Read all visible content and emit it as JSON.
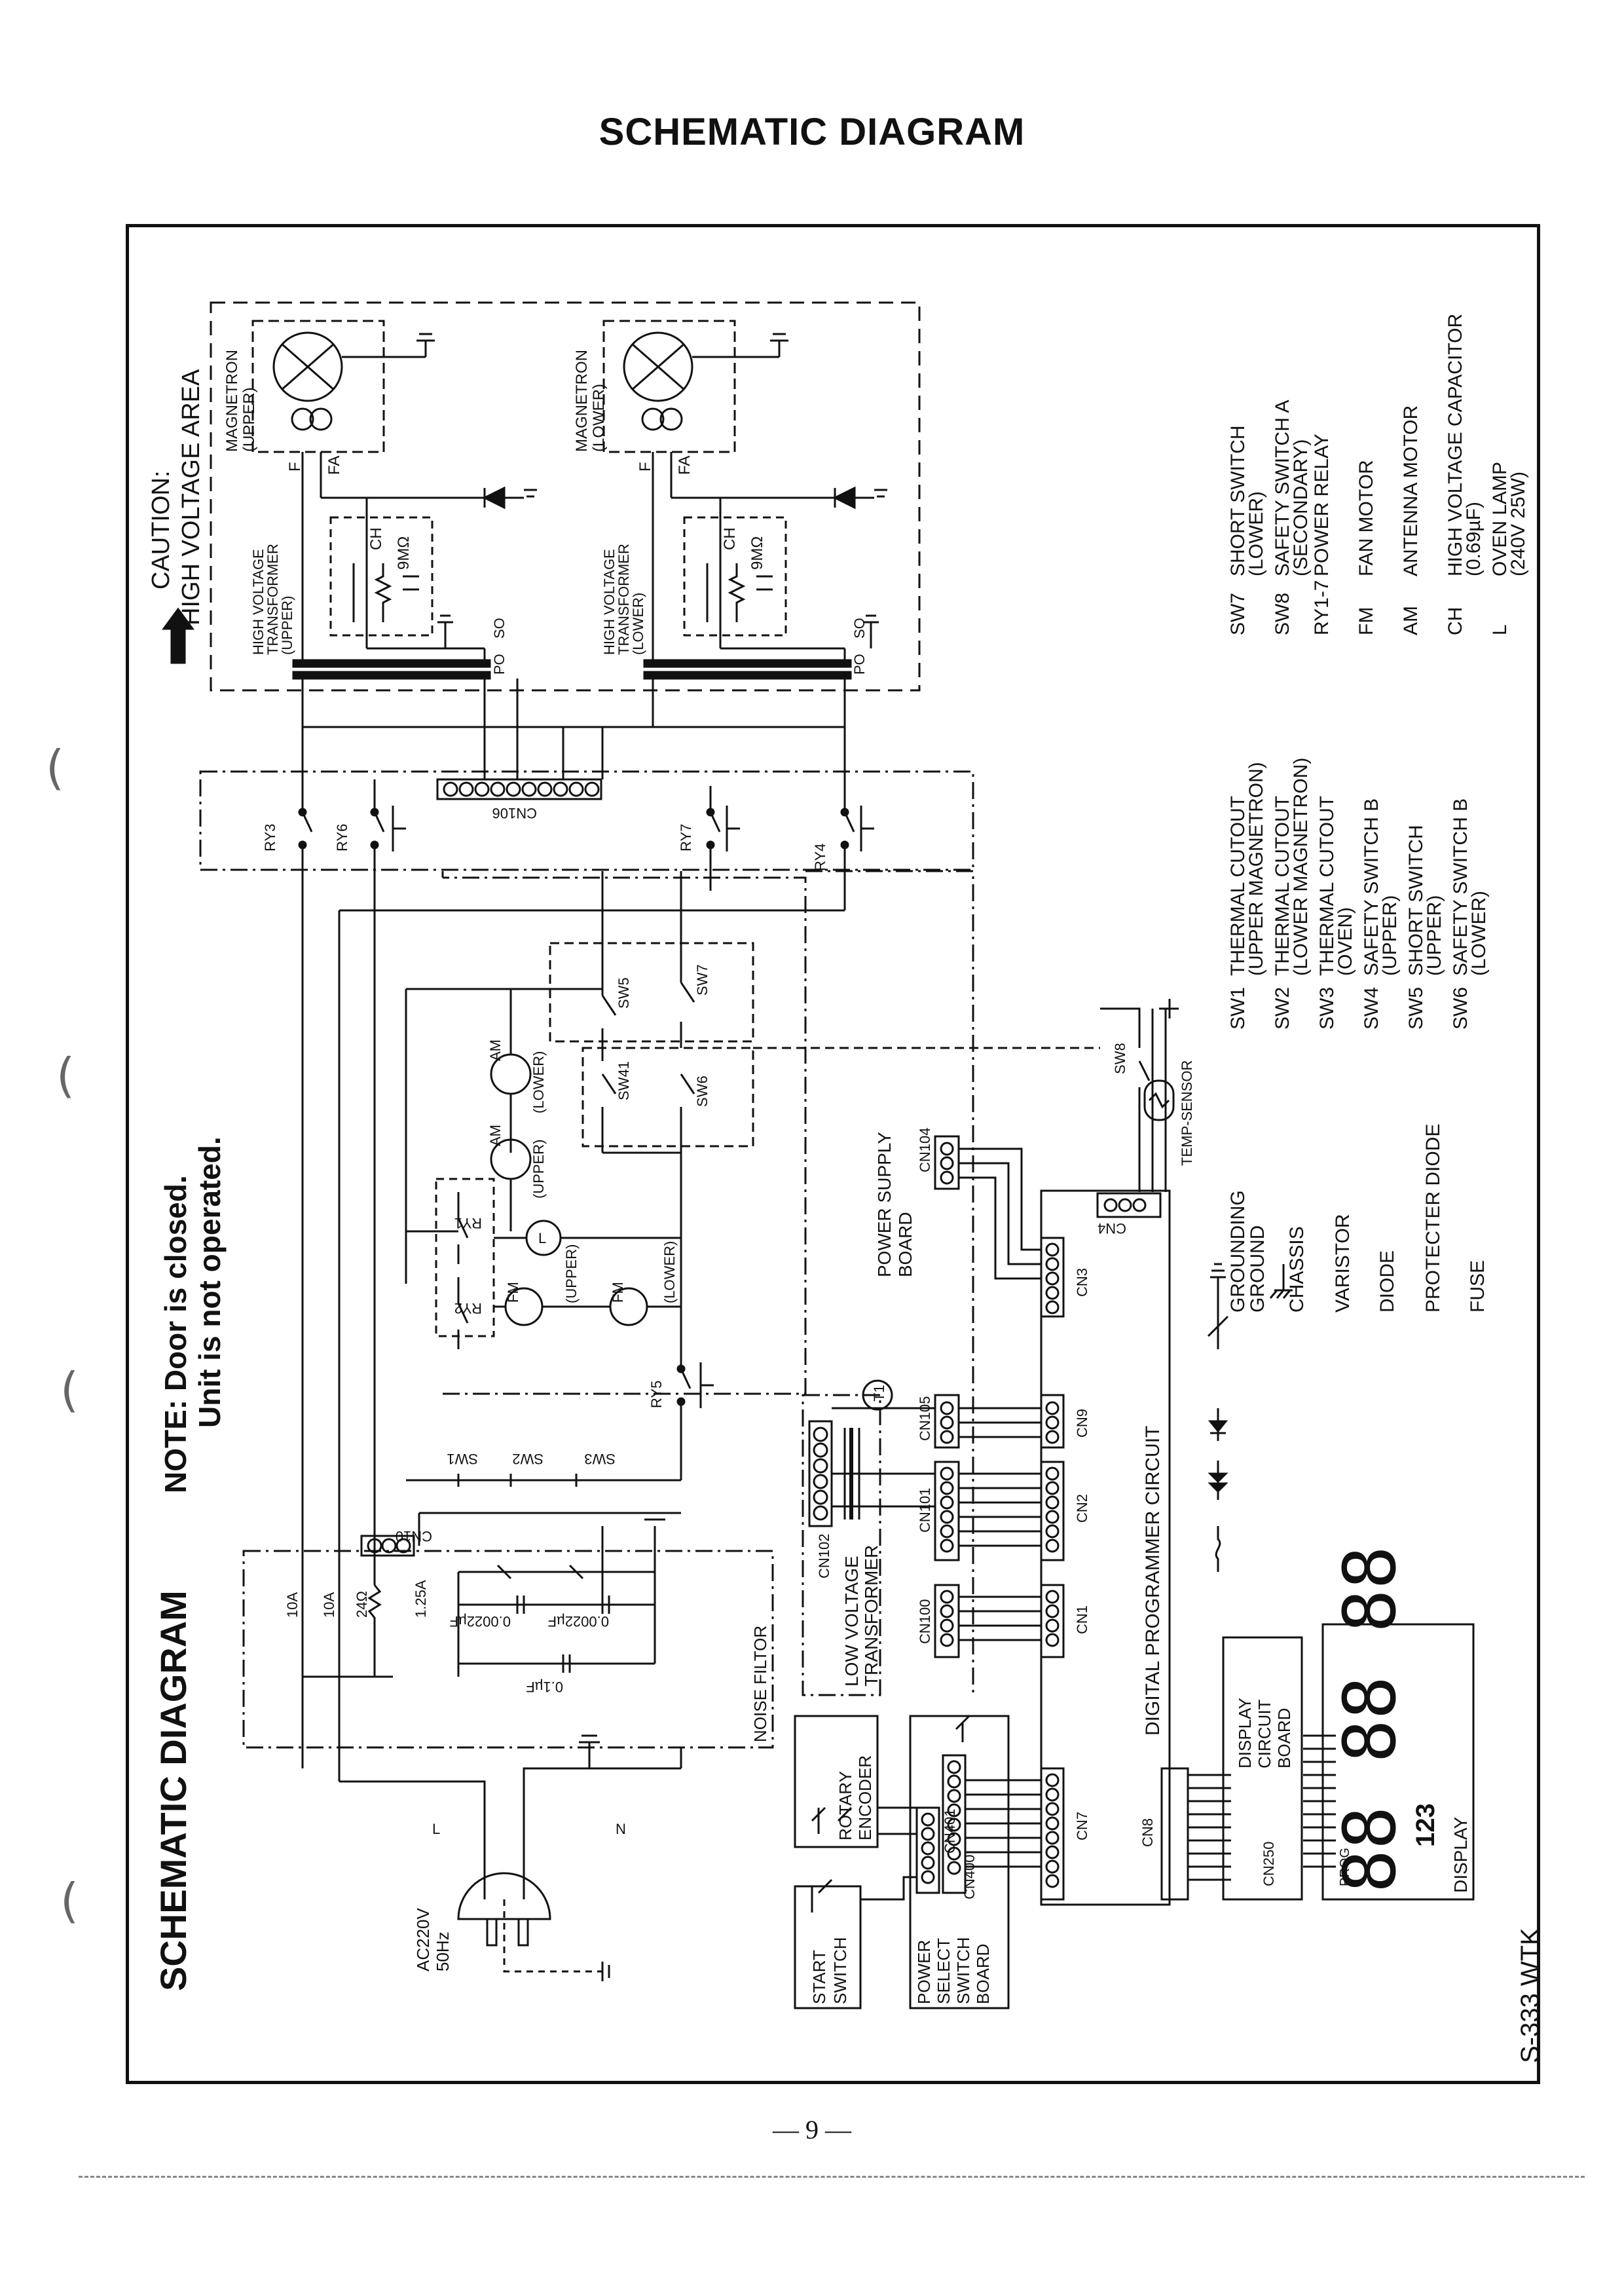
{
  "page": {
    "header_title": "SCHEMATIC DIAGRAM",
    "page_number": "— 9 —"
  },
  "diagram": {
    "side_title": "SCHEMATIC DIAGRAM",
    "model_code": "S-333 WTK",
    "note_line1": "NOTE: Door is closed.",
    "note_line2": "Unit is not operated.",
    "caution_line1": "CAUTION:",
    "caution_line2": "HIGH VOLTAGE AREA",
    "magnetron_upper": [
      "MAGNETRON",
      "(UPPER)"
    ],
    "magnetron_lower": [
      "MAGNETRON",
      "(LOWER)"
    ],
    "hvt_upper": [
      "HIGH VOLTAGE",
      "TRANSFORMER",
      "(UPPER)"
    ],
    "hvt_lower": [
      "HIGH VOLTAGE",
      "TRANSFORMER",
      "(LOWER)"
    ],
    "ch_label": "CH",
    "resistor_9m": "9MΩ",
    "f_label": "F",
    "fa_label": "FA",
    "po_label": "PO",
    "so_label": "SO",
    "relays": [
      "RY3",
      "RY6",
      "RY7",
      "RY4",
      "RY1",
      "RY2",
      "RY5"
    ],
    "cn106": "CN106",
    "cn10": "CN10",
    "switches": {
      "sw5": "SW5",
      "sw7": "SW7",
      "sw41": "SW41",
      "sw6": "SW6",
      "sw8": "SW8",
      "sw1": "SW1",
      "sw2": "SW2",
      "sw3": "SW3"
    },
    "motors": {
      "am": "AM",
      "fm": "FM",
      "lamp": "L",
      "upper": "(UPPER)",
      "lower": "(LOWER)"
    },
    "fuse_10a_1": "10A",
    "fuse_10a_2": "10A",
    "res_24": "24Ω",
    "fuse_125": "1.25A",
    "cap_0002_1": "0.0022µF",
    "cap_0002_2": "0.0022µF",
    "cap_01": "0.1µF",
    "noise_filter": "NOISE FILTOR",
    "line_l": "L",
    "line_n": "N",
    "ac_supply": [
      "AC220V",
      "50Hz"
    ],
    "power_supply_board": [
      "POWER SUPPLY",
      "BOARD"
    ],
    "low_voltage_transformer": [
      "LOW VOLTAGE",
      "TRANSFORMER"
    ],
    "t1": "T1",
    "temp_sensor": "TEMP-SENSOR",
    "connectors": {
      "cn104": "CN104",
      "cn3": "CN3",
      "cn4": "CN4",
      "cn105": "CN105",
      "cn9": "CN9",
      "cn101": "CN101",
      "cn2": "CN2",
      "cn100": "CN100",
      "cn1": "CN1",
      "cn102": "CN102",
      "cn7": "CN7",
      "cn8": "CN8",
      "cn250": "CN250",
      "cn400": "CN400",
      "cn401": "CN401"
    },
    "dpc": "DIGITAL PROGRAMMER CIRCUIT",
    "display_board": [
      "DISPLAY",
      "CIRCUIT",
      "BOARD"
    ],
    "display": "DISPLAY",
    "display_digits": "88 88 88",
    "display_123": "123",
    "display_prog": "PROG",
    "rotary_encoder": [
      "ROTARY",
      "ENCODER"
    ],
    "start_switch": [
      "START",
      "SWITCH"
    ],
    "power_select": [
      "POWER",
      "SELECT",
      "SWITCH",
      "BOARD"
    ],
    "legend_symbols": [
      {
        "sym": "GROUNDING",
        "desc": [
          "GROUNDING",
          "GROUND"
        ]
      },
      {
        "sym": "CHASSIS",
        "desc": [
          "CHASSIS"
        ]
      },
      {
        "sym": "VARISTOR",
        "desc": [
          "VARISTOR"
        ]
      },
      {
        "sym": "DIODE",
        "desc": [
          "DIODE"
        ]
      },
      {
        "sym": "PROTECTER DIODE",
        "desc": [
          "PROTECTER DIODE"
        ]
      },
      {
        "sym": "FUSE",
        "desc": [
          "FUSE"
        ]
      }
    ],
    "legend_sw_left": [
      {
        "code": "SW1",
        "desc": [
          "THERMAL CUTOUT",
          "(UPPER MAGNETRON)"
        ]
      },
      {
        "code": "SW2",
        "desc": [
          "THERMAL CUTOUT",
          "(LOWER MAGNETRON)"
        ]
      },
      {
        "code": "SW3",
        "desc": [
          "THERMAL CUTOUT",
          "(OVEN)"
        ]
      },
      {
        "code": "SW4",
        "desc": [
          "SAFETY SWITCH B",
          "(UPPER)"
        ]
      },
      {
        "code": "SW5",
        "desc": [
          "SHORT SWITCH",
          "(UPPER)"
        ]
      },
      {
        "code": "SW6",
        "desc": [
          "SAFETY SWITCH B",
          "(LOWER)"
        ]
      }
    ],
    "legend_sw_right": [
      {
        "code": "SW7",
        "desc": [
          "SHORT SWITCH",
          "(LOWER)"
        ]
      },
      {
        "code": "SW8",
        "desc": [
          "SAFETY SWITCH A",
          "(SECONDARY)"
        ]
      },
      {
        "code": "RY1-7",
        "desc": [
          "POWER RELAY"
        ]
      },
      {
        "code": "FM",
        "desc": [
          "FAN MOTOR"
        ]
      },
      {
        "code": "AM",
        "desc": [
          "ANTENNA MOTOR"
        ]
      },
      {
        "code": "CH",
        "desc": [
          "HIGH VOLTAGE CAPACITOR",
          "(0.69µF)"
        ]
      },
      {
        "code": "L",
        "desc": [
          "OVEN LAMP",
          "(240V 25W)"
        ]
      }
    ]
  }
}
